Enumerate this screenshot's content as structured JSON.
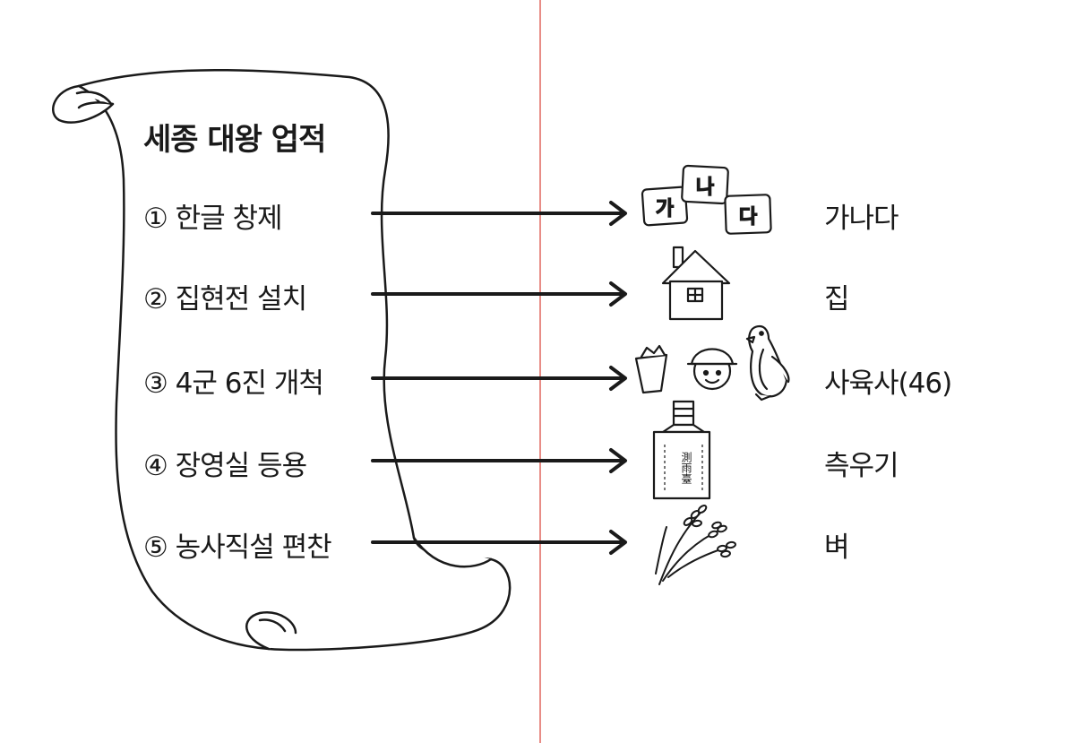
{
  "title": "세종 대왕 업적",
  "items": [
    {
      "label": "① 한글 창제",
      "word": "가나다",
      "icon": "hangul-blocks-icon"
    },
    {
      "label": "② 집현전 설치",
      "word": "집",
      "icon": "house-icon"
    },
    {
      "label": "③ 4군 6진 개척",
      "word": "사육사(46)",
      "icon": "zookeeper-and-penguin-icon"
    },
    {
      "label": "④ 장영실 등용",
      "word": "측우기",
      "icon": "rain-gauge-icon"
    },
    {
      "label": "⑤ 농사직설 편찬",
      "word": "벼",
      "icon": "rice-stalk-icon"
    }
  ],
  "hangul_blocks": [
    "가",
    "나",
    "다"
  ],
  "rain_gauge_label": "測雨臺",
  "colors": {
    "divider": "#e0675f",
    "ink": "#1a1a1a"
  }
}
